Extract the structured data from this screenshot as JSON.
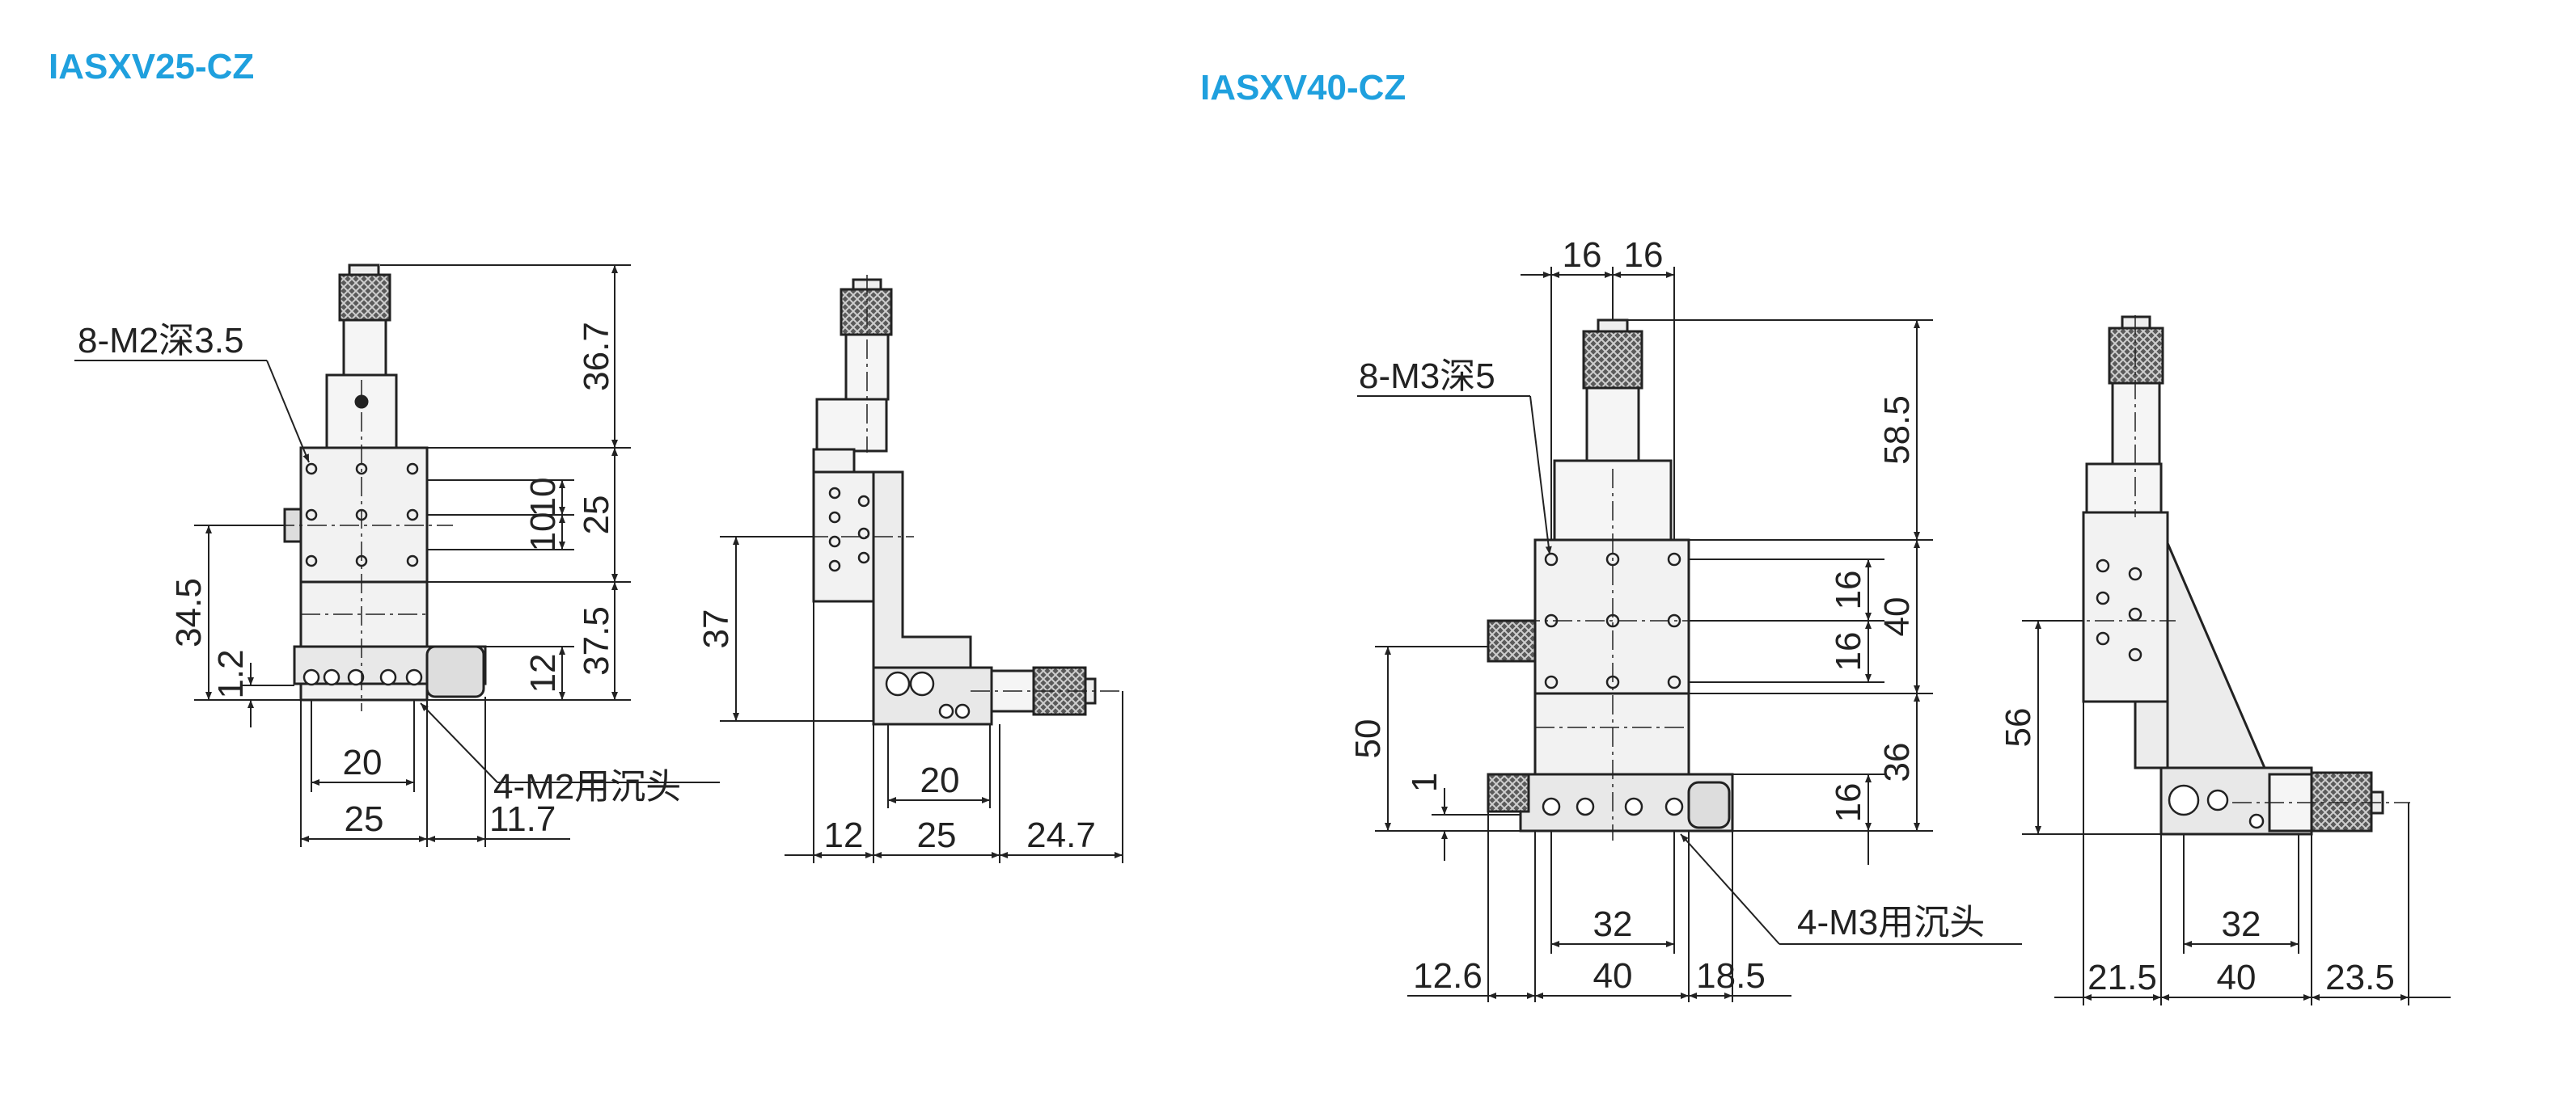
{
  "models": [
    {
      "model": "IASXV25-CZ",
      "hole_callout": "8-M2深3.5",
      "counterbore_callout": "4-M2用沉头",
      "front_dims": [
        "36.7",
        "10",
        "10",
        "25",
        "37.5",
        "12",
        "34.5",
        "1.2",
        "20",
        "25",
        "11.7"
      ],
      "side_dims": [
        "37",
        "20",
        "12",
        "25",
        "24.7"
      ]
    },
    {
      "model": "IASXV40-CZ",
      "hole_callout": "8-M3深5",
      "counterbore_callout": "4-M3用沉头",
      "front_dims": [
        "16",
        "16",
        "58.5",
        "16",
        "16",
        "40",
        "36",
        "16",
        "50",
        "1",
        "32",
        "12.6",
        "40",
        "18.5"
      ],
      "side_dims": [
        "56",
        "32",
        "21.5",
        "40",
        "23.5"
      ]
    }
  ],
  "colors": {
    "title": "#1fa0de",
    "line": "#222222",
    "body_fill": "#f2f2f2",
    "knob_fill": "#555555"
  }
}
